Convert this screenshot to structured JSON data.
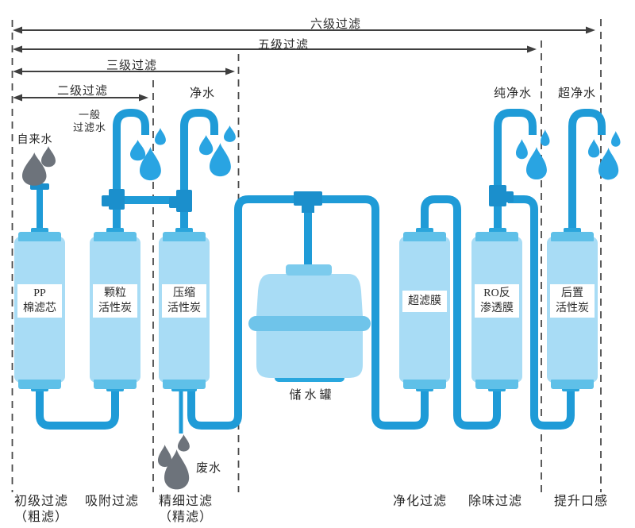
{
  "colors": {
    "pipe": "#1f9bd7",
    "fitting": "#1b8fcc",
    "stub": "#2aa5dc",
    "drop_blue": "#29a4e2",
    "drop_grey": "#6d737b",
    "cartridge_body": "#a8dcf5",
    "cartridge_cap": "#5fc0e8",
    "tank_band": "#6fc4ea",
    "arrow_line": "#3f3f3f"
  },
  "stage_arrows": [
    {
      "label": "六级过滤"
    },
    {
      "label": "五级过滤"
    },
    {
      "label": "三级过滤"
    },
    {
      "label": "二级过滤"
    }
  ],
  "water_labels": {
    "tap": "自来水",
    "general_line1": "一般",
    "general_line2": "过滤水",
    "clean": "净水",
    "pure": "纯净水",
    "ultra": "超净水",
    "waste": "废水"
  },
  "tank": {
    "label": "储水罐"
  },
  "filters": [
    {
      "name_lines": [
        "PP",
        "棉滤芯"
      ],
      "stage_lines": [
        "初级过滤",
        "（粗滤）"
      ]
    },
    {
      "name_lines": [
        "颗粒",
        "活性炭"
      ],
      "stage_lines": [
        "吸附过滤"
      ]
    },
    {
      "name_lines": [
        "压缩",
        "活性炭"
      ],
      "stage_lines": [
        "精细过滤",
        "（精滤）"
      ]
    },
    {
      "name_lines": [
        "超滤膜"
      ],
      "stage_lines": [
        "净化过滤"
      ]
    },
    {
      "name_lines": [
        "RO反",
        "渗透膜"
      ],
      "stage_lines": [
        "除味过滤"
      ]
    },
    {
      "name_lines": [
        "后置",
        "活性炭"
      ],
      "stage_lines": [
        "提升口感"
      ]
    }
  ]
}
